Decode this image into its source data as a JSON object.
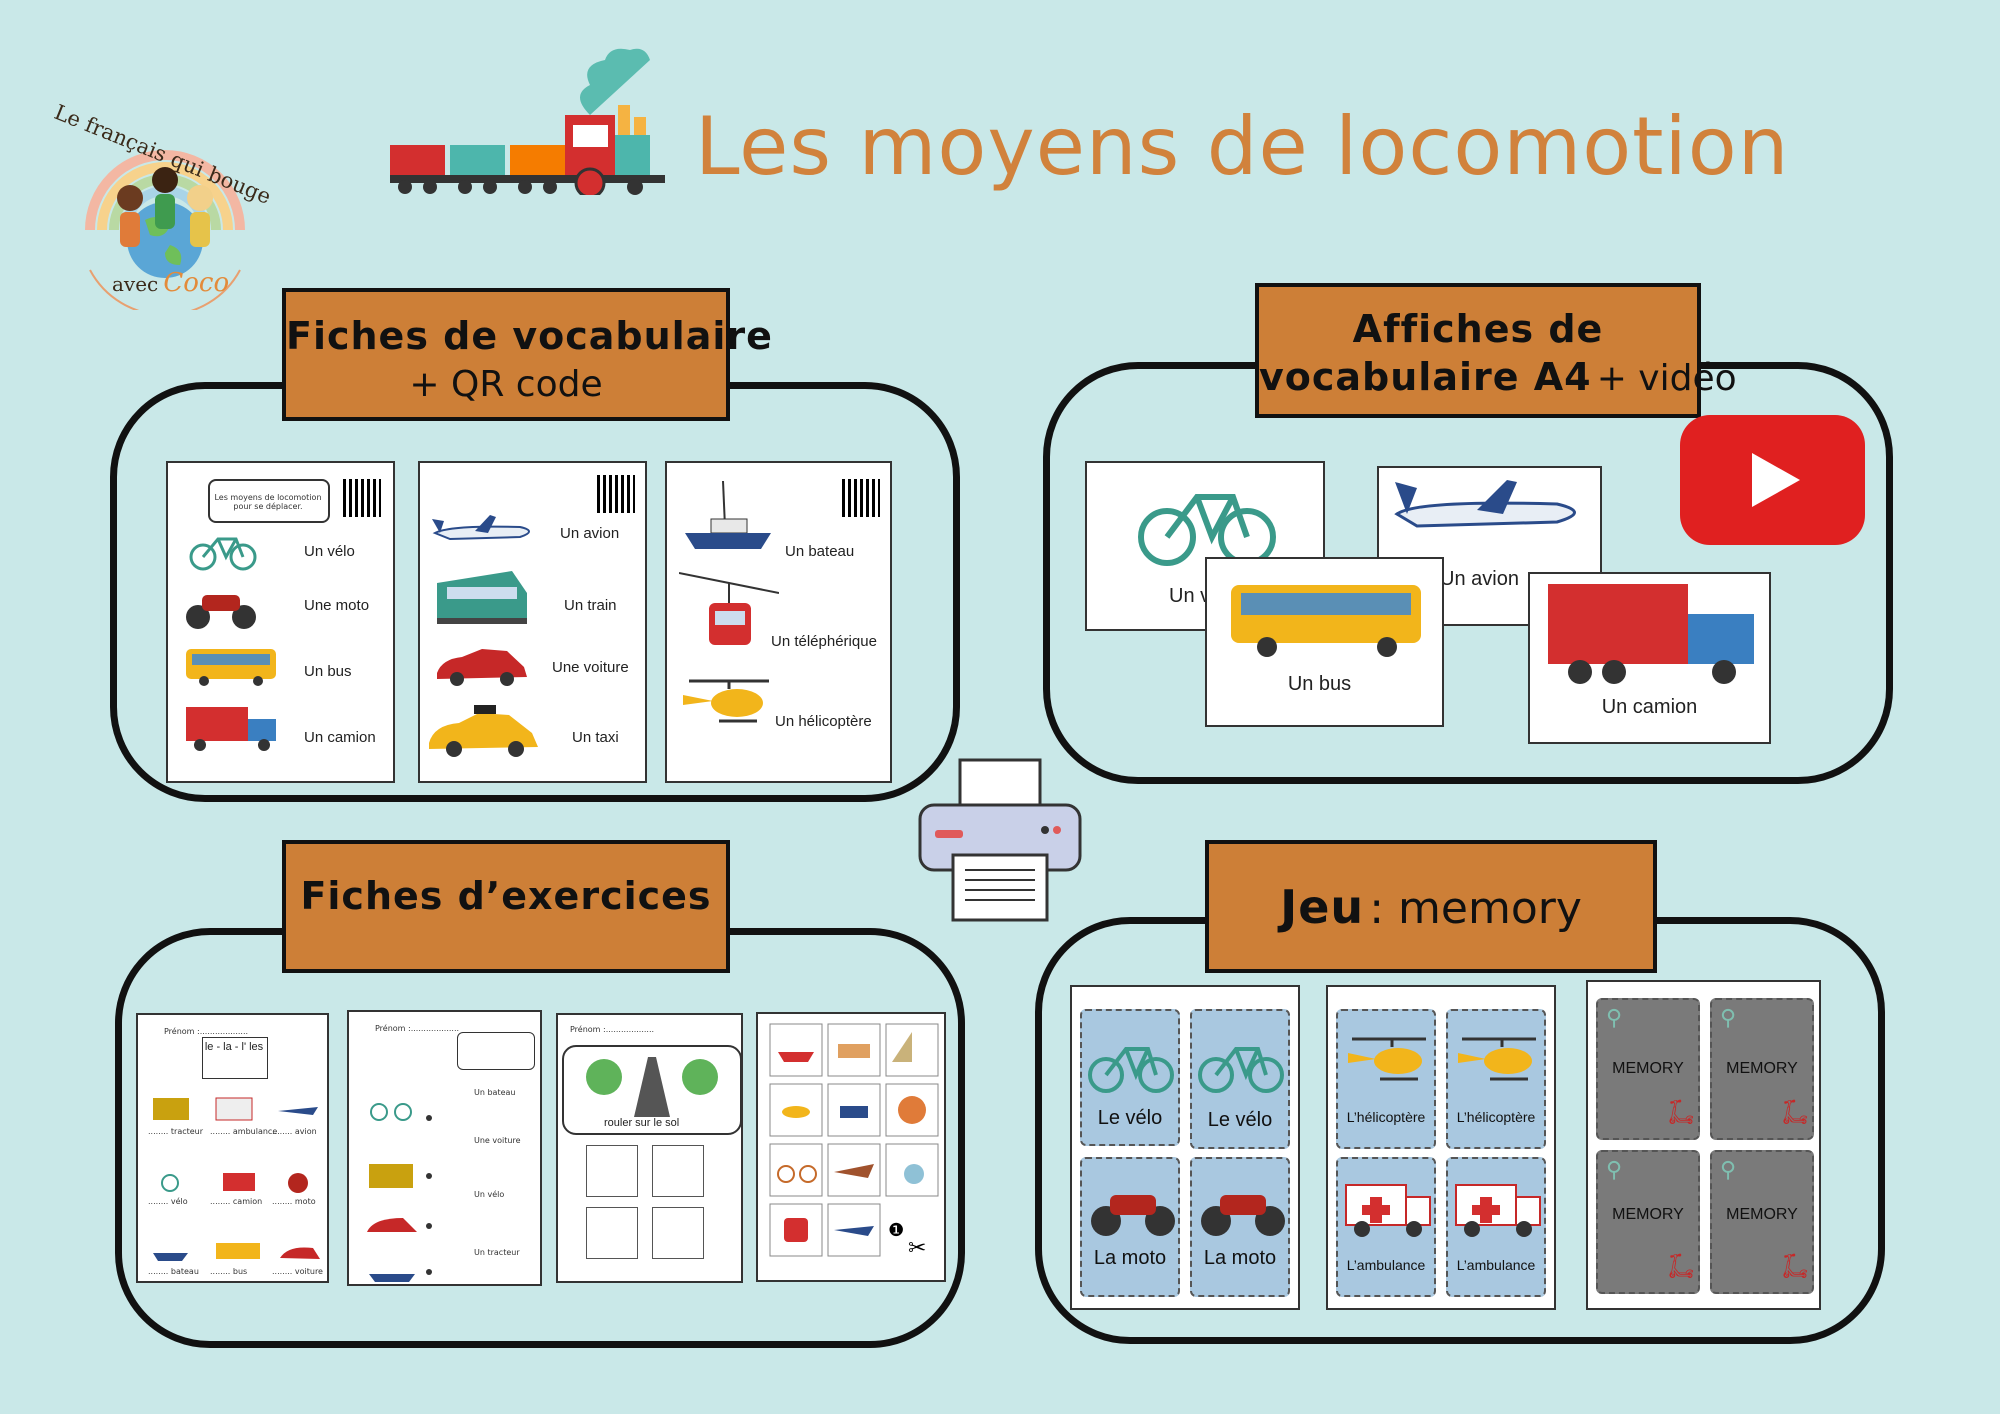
{
  "page": {
    "title": "Les moyens de locomotion",
    "background": "#c9e8e8",
    "accent": "#cd7f37"
  },
  "logo": {
    "top_text": "Le français qui bouge",
    "bottom_text": "avec",
    "bottom_brand": "Coco"
  },
  "sections": {
    "vocab": {
      "label_line1": "Fiches de vocabulaire",
      "label_line2": "+ QR code",
      "sheet1": {
        "header": "Les moyens de locomotion pour se déplacer.",
        "items": [
          "Un vélo",
          "Une moto",
          "Un bus",
          "Un camion"
        ]
      },
      "sheet2": {
        "items": [
          "Un avion",
          "Un train",
          "Une voiture",
          "Un taxi"
        ]
      },
      "sheet3": {
        "items": [
          "Un bateau",
          "Un téléphérique",
          "Un hélicoptère"
        ]
      }
    },
    "posters": {
      "label_line1": "Affiches de",
      "label_line2_bold": "vocabulaire A4",
      "label_line2_rest": "+ vidéo",
      "cards": [
        "Un v",
        "Un bus",
        "Un avion",
        "Un camion"
      ]
    },
    "exercises": {
      "label": "Fiches d’exercices",
      "sheet1": {
        "header": "Prénom :...................",
        "box": "le - la - l' les",
        "blanks": [
          "........ tracteur",
          "........ ambulance",
          "........ avion",
          "........ vélo",
          "........ camion",
          "........ moto",
          "........ bateau",
          "........ bus",
          "........ voiture"
        ]
      },
      "sheet2": {
        "header": "Prénom :...................",
        "items": [
          "Un bateau",
          "Une voiture",
          "Un vélo",
          "Un tracteur"
        ]
      },
      "sheet3": {
        "header": "Prénom :...................",
        "banner": "rouler sur le sol"
      },
      "sheet4": {
        "number": "❶"
      }
    },
    "memory": {
      "label_bold": "Jeu",
      "label_rest": ": memory",
      "set1": [
        "Le vélo",
        "Le vélo",
        "La moto",
        "La moto"
      ],
      "set2": [
        "L’hélicoptère",
        "L’hélicoptère",
        "L’ambulance",
        "L’ambulance"
      ],
      "set3": [
        "MEMORY",
        "MEMORY",
        "MEMORY",
        "MEMORY"
      ]
    }
  }
}
